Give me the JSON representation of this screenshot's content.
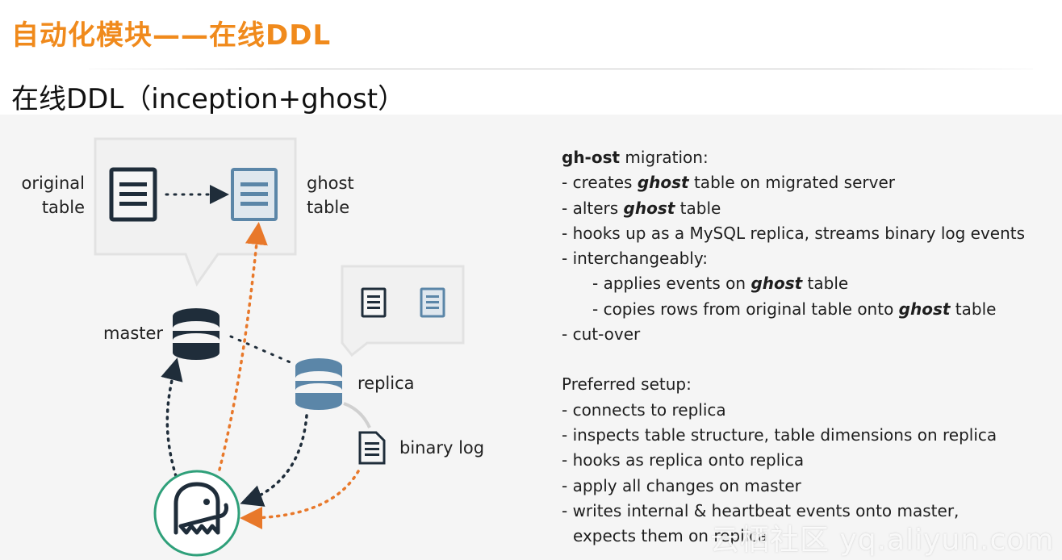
{
  "slide": {
    "title": "自动化模块——在线DDL",
    "subtitle": "在线DDL（inception+ghost）"
  },
  "diagram": {
    "labels": {
      "original_table_1": "original",
      "original_table_2": "table",
      "ghost_table_1": "ghost",
      "ghost_table_2": "table",
      "master": "master",
      "replica": "replica",
      "binary_log": "binary log"
    },
    "colors": {
      "dark": "#1f2d3a",
      "blue": "#5b86a8",
      "orange": "#e8782a",
      "teal": "#2fa07a"
    }
  },
  "notes": {
    "migration_head_bold": "gh-ost",
    "migration_head_rest": " migration:",
    "m1_pre": "- creates ",
    "m1_it": "ghost",
    "m1_post": " table on migrated server",
    "m2_pre": "- alters ",
    "m2_it": "ghost",
    "m2_post": " table",
    "m3": "- hooks up as a MySQL replica, streams binary log events",
    "m4": "- interchangeably:",
    "m5_pre": "-  applies events on ",
    "m5_it": "ghost",
    "m5_post": " table",
    "m6_pre": "-  copies rows from original table onto ",
    "m6_it": "ghost",
    "m6_post": " table",
    "m7": "- cut-over",
    "setup_head": "Preferred setup:",
    "s1": "- connects to replica",
    "s2": "- inspects table structure, table dimensions on replica",
    "s3": "- hooks as replica onto replica",
    "s4": "- apply all changes on master",
    "s5": "- writes internal & heartbeat events onto master,",
    "s6": "expects them on replica"
  },
  "watermark": "云栖社区 yq.aliyun.com"
}
